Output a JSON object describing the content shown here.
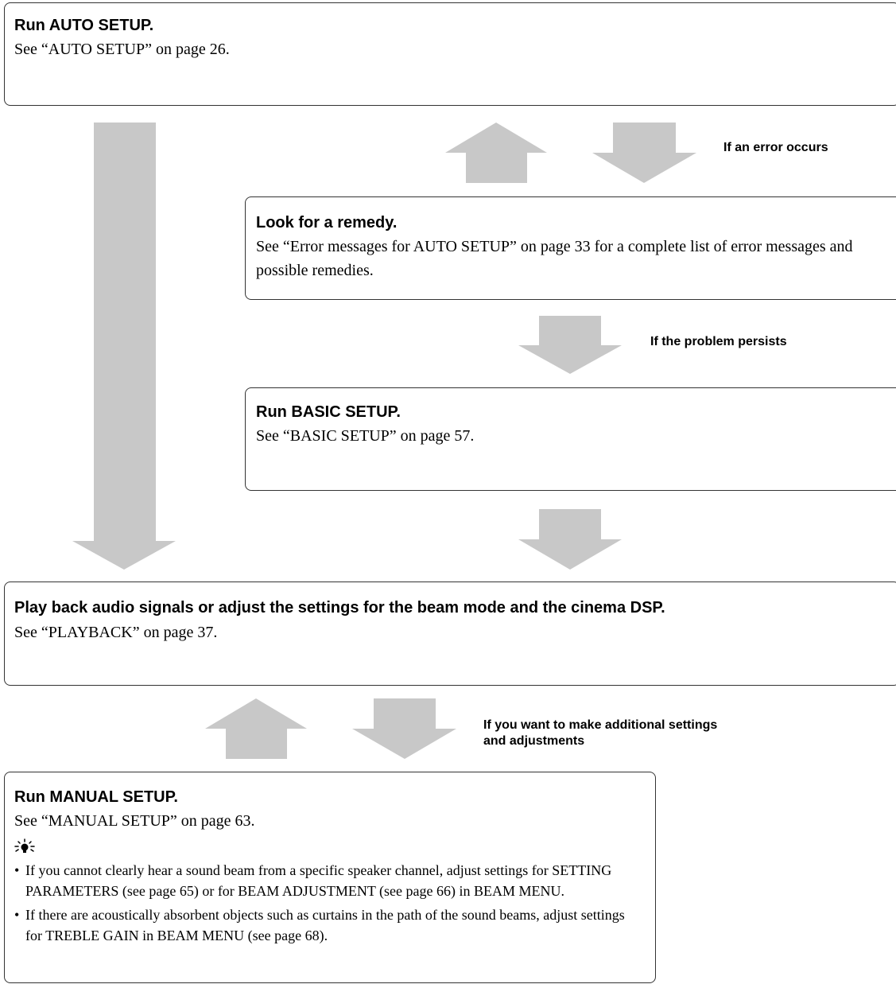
{
  "colors": {
    "arrow": "#c8c8c8",
    "border": "#333333",
    "text": "#000000"
  },
  "boxes": {
    "auto": {
      "title": "Run AUTO SETUP.",
      "text": "See “AUTO SETUP” on page 26."
    },
    "remedy": {
      "title": "Look for a remedy.",
      "text": "See “Error messages for AUTO SETUP” on page 33 for a complete list of error messages and possible remedies."
    },
    "basic": {
      "title": "Run BASIC SETUP.",
      "text": "See “BASIC SETUP” on page 57."
    },
    "playback": {
      "title": "Play back audio signals or adjust the settings for the beam mode and the cinema DSP.",
      "text": "See “PLAYBACK” on page 37."
    },
    "manual": {
      "title": "Run MANUAL SETUP.",
      "text": "See “MANUAL SETUP” on page 63.",
      "tip_icon": "lightbulb-icon",
      "tips": [
        "If you cannot clearly hear a sound beam from a specific speaker channel, adjust settings for SETTING PARAMETERS (see page 65) or for BEAM ADJUSTMENT (see page 66) in BEAM MENU.",
        "If there are acoustically absorbent objects such as curtains in the path of the sound beams, adjust settings for TREBLE GAIN in BEAM MENU (see page 68)."
      ]
    }
  },
  "notes": {
    "error": "If an error occurs",
    "persists": "If the problem persists",
    "additional_line1": "If you want to make additional settings",
    "additional_line2": "and adjustments"
  }
}
